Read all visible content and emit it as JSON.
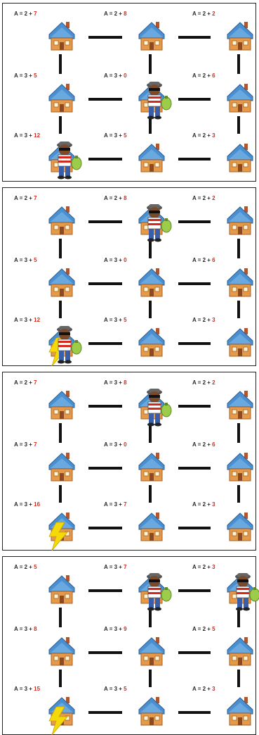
{
  "panels": [
    {
      "nodes": [
        {
          "prefix": "A = 2 + ",
          "value": "7",
          "robber": false,
          "lightning": false
        },
        {
          "prefix": "A = 2 + ",
          "value": "8",
          "robber": false,
          "lightning": false
        },
        {
          "prefix": "A = 2 + ",
          "value": "2",
          "robber": false,
          "lightning": false
        },
        {
          "prefix": "A = 3 + ",
          "value": "5",
          "robber": false,
          "lightning": false
        },
        {
          "prefix": "A = 3 + ",
          "value": "0",
          "robber": true,
          "lightning": false
        },
        {
          "prefix": "A = 2 + ",
          "value": "6",
          "robber": false,
          "lightning": false
        },
        {
          "prefix": "A = 3 + ",
          "value": "12",
          "robber": true,
          "lightning": false
        },
        {
          "prefix": "A = 3 + ",
          "value": "5",
          "robber": false,
          "lightning": false
        },
        {
          "prefix": "A = 2 + ",
          "value": "3",
          "robber": false,
          "lightning": false
        }
      ]
    },
    {
      "nodes": [
        {
          "prefix": "A = 2 + ",
          "value": "7",
          "robber": false,
          "lightning": false
        },
        {
          "prefix": "A = 2 + ",
          "value": "8",
          "robber": true,
          "lightning": false
        },
        {
          "prefix": "A = 2 + ",
          "value": "2",
          "robber": false,
          "lightning": false
        },
        {
          "prefix": "A = 3 + ",
          "value": "5",
          "robber": false,
          "lightning": false
        },
        {
          "prefix": "A = 3 + ",
          "value": "0",
          "robber": false,
          "lightning": false
        },
        {
          "prefix": "A = 2 + ",
          "value": "6",
          "robber": false,
          "lightning": false
        },
        {
          "prefix": "A = 3 + ",
          "value": "12",
          "robber": true,
          "lightning": true
        },
        {
          "prefix": "A = 3 + ",
          "value": "5",
          "robber": false,
          "lightning": false
        },
        {
          "prefix": "A = 2 + ",
          "value": "3",
          "robber": false,
          "lightning": false
        }
      ]
    },
    {
      "nodes": [
        {
          "prefix": "A = 2 + ",
          "value": "7",
          "robber": false,
          "lightning": false
        },
        {
          "prefix": "A = 3 + ",
          "value": "8",
          "robber": true,
          "lightning": false
        },
        {
          "prefix": "A = 2 + ",
          "value": "2",
          "robber": false,
          "lightning": false
        },
        {
          "prefix": "A = 3 + ",
          "value": "7",
          "robber": false,
          "lightning": false
        },
        {
          "prefix": "A = 3 + ",
          "value": "0",
          "robber": false,
          "lightning": false
        },
        {
          "prefix": "A = 2 + ",
          "value": "6",
          "robber": false,
          "lightning": false
        },
        {
          "prefix": "A = 3 + ",
          "value": "16",
          "robber": false,
          "lightning": true
        },
        {
          "prefix": "A = 3 + ",
          "value": "7",
          "robber": false,
          "lightning": false
        },
        {
          "prefix": "A = 2 + ",
          "value": "3",
          "robber": false,
          "lightning": false
        }
      ]
    },
    {
      "nodes": [
        {
          "prefix": "A = 2 + ",
          "value": "5",
          "robber": false,
          "lightning": false
        },
        {
          "prefix": "A = 3 + ",
          "value": "7",
          "robber": true,
          "lightning": false
        },
        {
          "prefix": "A = 2 + ",
          "value": "3",
          "robber": true,
          "lightning": false
        },
        {
          "prefix": "A = 3 + ",
          "value": "8",
          "robber": false,
          "lightning": false
        },
        {
          "prefix": "A = 3 + ",
          "value": "9",
          "robber": false,
          "lightning": false
        },
        {
          "prefix": "A = 2 + ",
          "value": "5",
          "robber": false,
          "lightning": false
        },
        {
          "prefix": "A = 3 + ",
          "value": "15",
          "robber": false,
          "lightning": true
        },
        {
          "prefix": "A = 3 + ",
          "value": "5",
          "robber": false,
          "lightning": false
        },
        {
          "prefix": "A = 2 + ",
          "value": "3",
          "robber": false,
          "lightning": false
        }
      ]
    }
  ],
  "colors": {
    "label_text": "#2a2a2a",
    "value_red": "#d42a1e",
    "edge": "#111111",
    "roof": "#4a8fd0",
    "wall": "#e59a4a",
    "lightning": "#f5d90a"
  }
}
